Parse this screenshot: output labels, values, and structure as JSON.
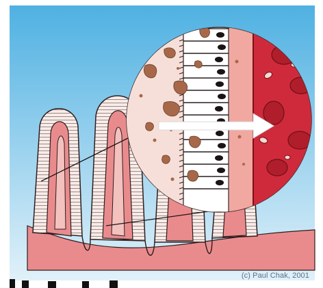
{
  "credit": "(c) Paul Chak, 2001",
  "colors": {
    "background_top": "#55b6e5",
    "background_bottom": "#dceff8",
    "tissue": "#e8898c",
    "villus_cells": "#f8e9e6",
    "lumen": "#f6d9d2",
    "blood_vessel": "#cf2b3c",
    "blood_cells": "#b51e2a",
    "food_particles": "#a66848",
    "arrow": "#ffffff"
  },
  "icons": [
    "villus-fold",
    "magnifier-circle",
    "absorption-arrow",
    "epithelial-cell",
    "blood-cell",
    "nutrient-particle"
  ]
}
